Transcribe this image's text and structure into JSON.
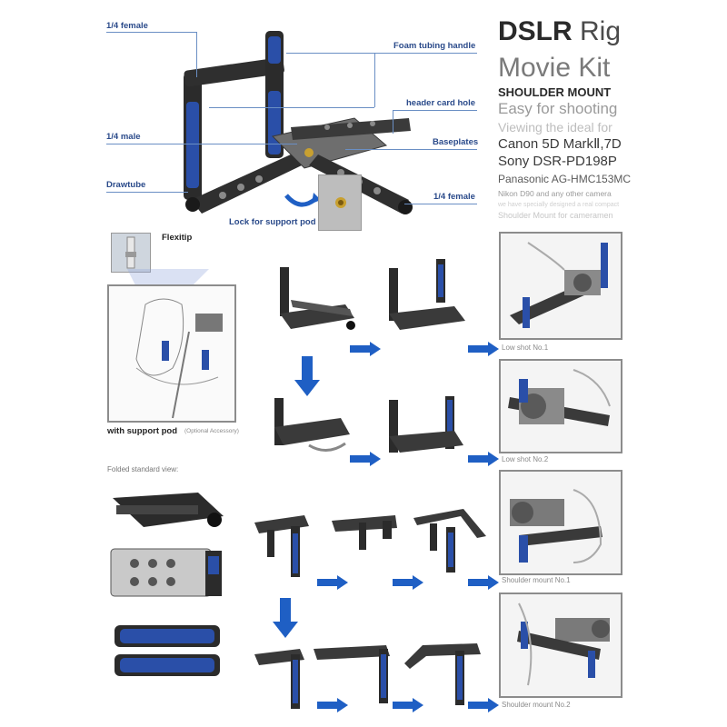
{
  "header": {
    "title_bold": "DSLR",
    "title_rest": "Rig",
    "subtitle": "Movie Kit",
    "mount": "SHOULDER MOUNT",
    "tagline": "Easy for shooting",
    "viewing": "Viewing the ideal for",
    "cameras": [
      "Canon 5D MarkⅡ,7D",
      "Sony DSR-PD198P",
      "Panasonic AG-HMC153MC"
    ],
    "nikon": "Nikon D90 and any other camera",
    "faint1": "we have specially designed a real compact",
    "faint2": "Shoulder Mount for cameramen"
  },
  "callouts": {
    "female_top": "1/4 female",
    "foam": "Foam tubing handle",
    "header_card": "header card hole",
    "male": "1/4 male",
    "baseplates": "Baseplates",
    "drawtube": "Drawtube",
    "female_bottom": "1/4 female",
    "lock": "Lock for support pod"
  },
  "left": {
    "flexitip": "Flexitip",
    "support_pod": "with support pod",
    "support_pod_note": "(Optional Accessory)",
    "folded": "Folded standard view:"
  },
  "captions": [
    "Low shot No.1",
    "Low shot No.2",
    "Shoulder mount No.1",
    "Shoulder mount No.2"
  ],
  "colors": {
    "accent_blue": "#1f5fc4",
    "foam_blue": "#2a4fa8",
    "metal": "#3a3a3a",
    "panel_border": "#8c8c8c"
  }
}
